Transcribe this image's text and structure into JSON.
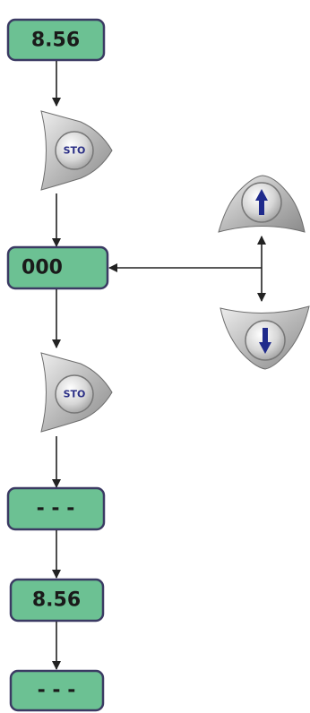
{
  "displays": [
    {
      "label": "8.56"
    },
    {
      "label": "000"
    },
    {
      "label": "- - -"
    },
    {
      "label": "8.56"
    },
    {
      "label": "- - -"
    }
  ],
  "buttons": {
    "sto_label": "STO"
  },
  "icons": {
    "store_key": "sto-button-icon",
    "up_key": "up-arrow-key-icon",
    "down_key": "down-arrow-key-icon"
  },
  "colors": {
    "display_fill": "#6cc193",
    "display_border": "#3b3a63",
    "button_label": "#2b2f86",
    "arrow_glyph": "#1f2a8c"
  }
}
